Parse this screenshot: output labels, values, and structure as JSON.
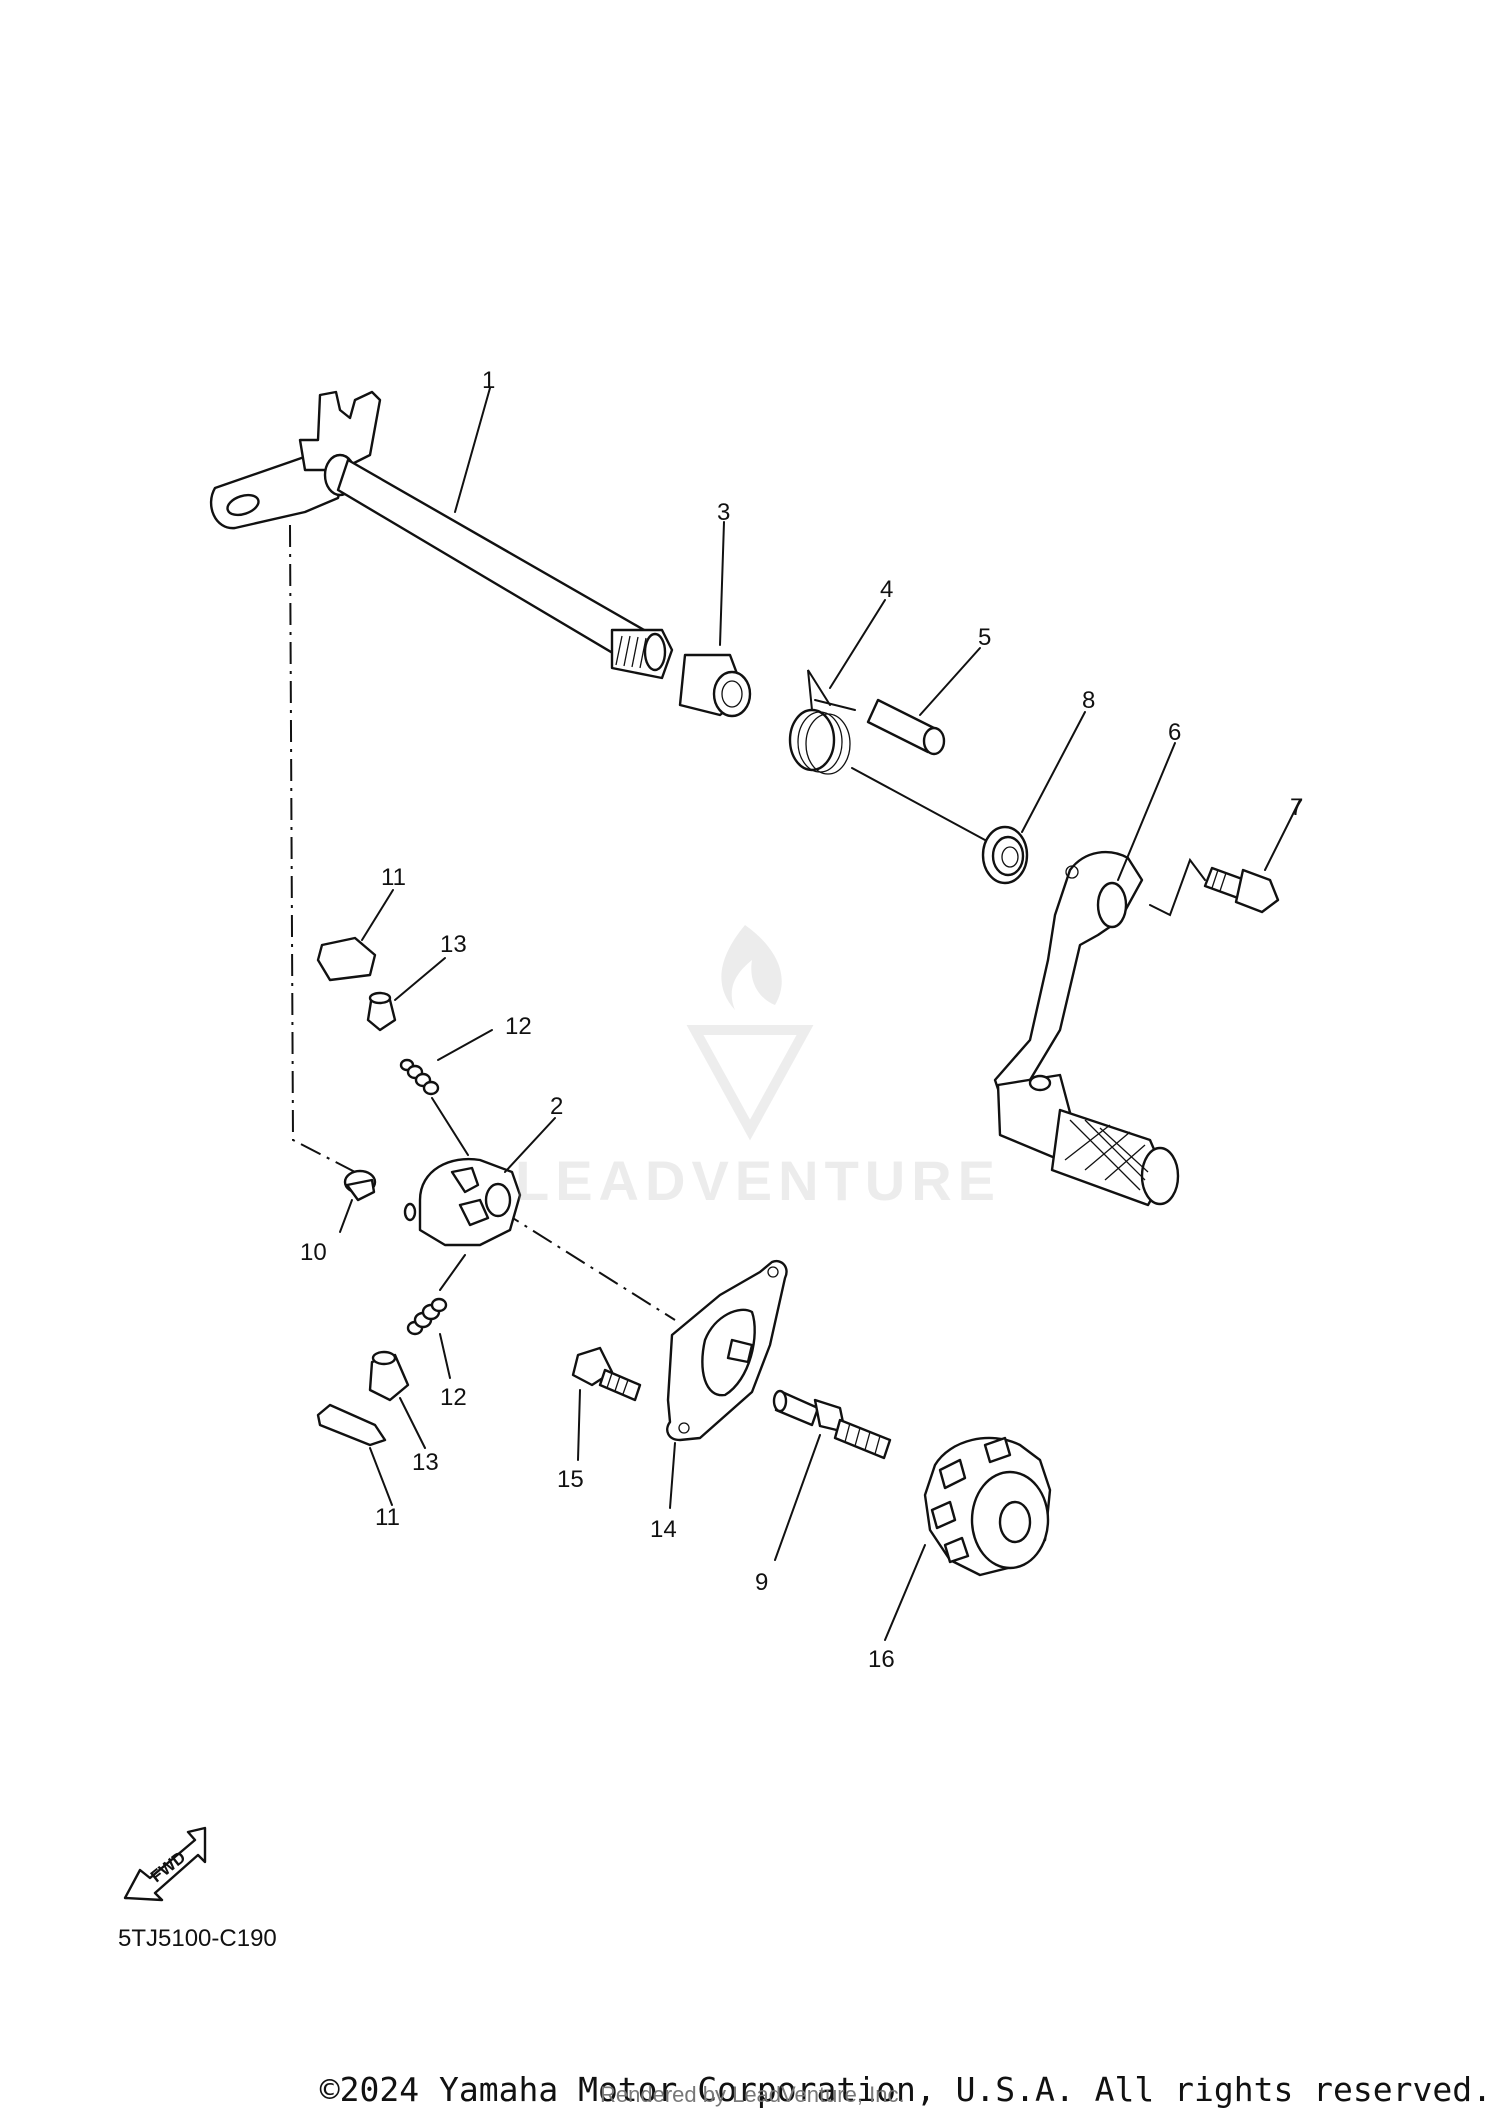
{
  "callouts": {
    "c1": "1",
    "c2": "2",
    "c3": "3",
    "c4": "4",
    "c5": "5",
    "c6": "6",
    "c7": "7",
    "c8": "8",
    "c9": "9",
    "c10": "10",
    "c11a": "11",
    "c11b": "11",
    "c12a": "12",
    "c12b": "12",
    "c13a": "13",
    "c13b": "13",
    "c14": "14",
    "c15": "15",
    "c16": "16"
  },
  "fwd_label": "FWD",
  "diagram_code": "5TJ5100-C190",
  "watermark": "LEADVENTURE",
  "footer": {
    "copyright": "©2024 Yamaha Motor Corporation, U.S.A. All rights reserved.",
    "rendered_by": "Rendered by LeadVenture, Inc."
  },
  "colors": {
    "ink": "#111111",
    "background": "#ffffff",
    "watermark": "#aaaaaa"
  }
}
